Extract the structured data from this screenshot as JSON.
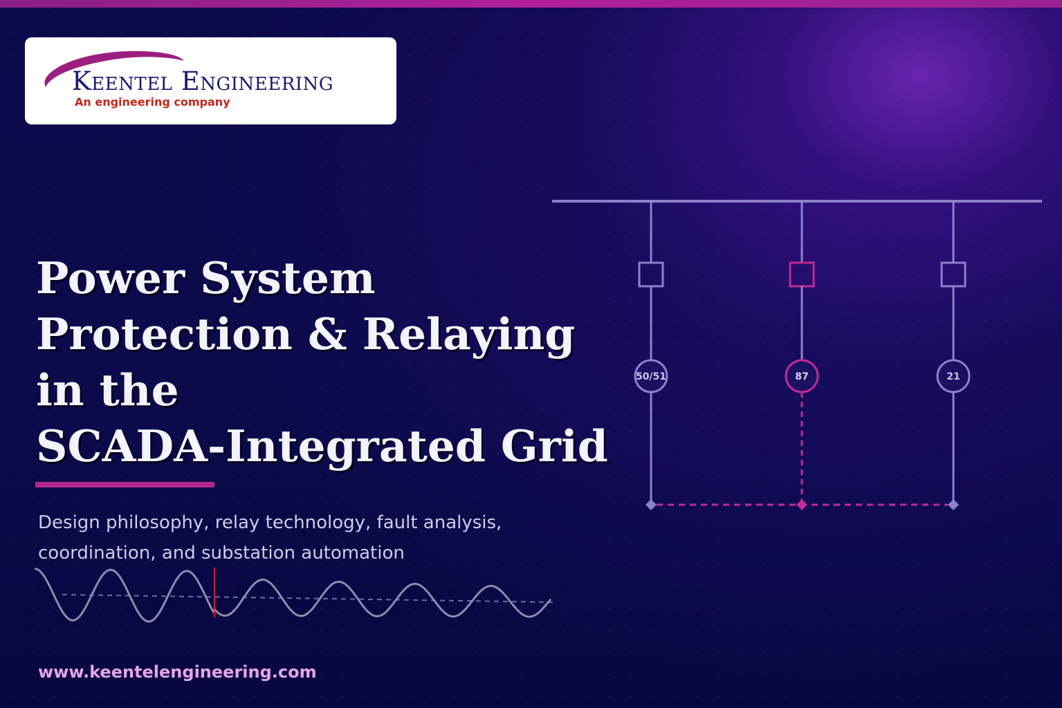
{
  "logo": {
    "name": "Keentel Engineering",
    "tagline": "An engineering company"
  },
  "headline": {
    "line1": "Power System",
    "line2": "Protection & Relaying",
    "line3": "in the",
    "line4": "SCADA-Integrated Grid"
  },
  "subtitle": {
    "line1": "Design philosophy, relay technology, fault analysis,",
    "line2": "coordination, and substation automation"
  },
  "diagram": {
    "relays": [
      {
        "label": "50/51",
        "color": "#9a88d6"
      },
      {
        "label": "87",
        "color": "#c02a98"
      },
      {
        "label": "21",
        "color": "#9a88d6"
      }
    ]
  },
  "website": "www.keentelengineering.com",
  "colors": {
    "background": "#0b0845",
    "accent": "#b4268f",
    "bus_line": "#8d80cc",
    "url": "#e5a4e8",
    "logo_text": "#1a1a6e",
    "tagline": "#c4261d"
  }
}
